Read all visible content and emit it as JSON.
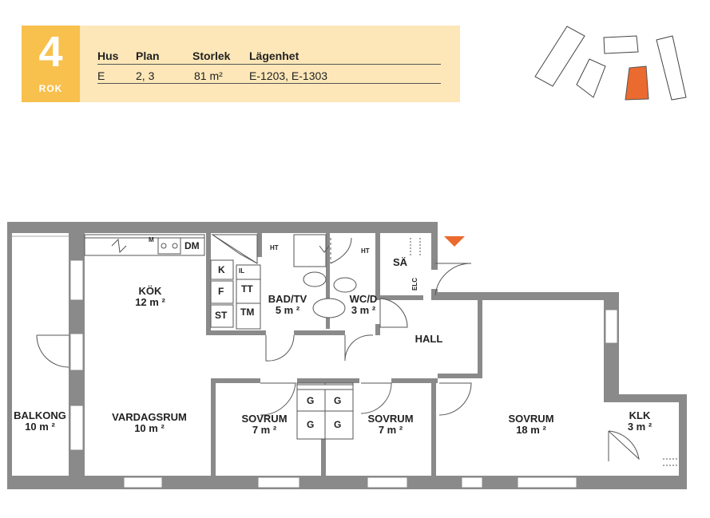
{
  "header": {
    "rooms_count": "4",
    "rooms_unit": "ROK",
    "columns": {
      "hus": "Hus",
      "plan": "Plan",
      "storlek": "Storlek",
      "lagenhet": "Lägenhet"
    },
    "values": {
      "hus": "E",
      "plan": "2, 3",
      "storlek": "81 m²",
      "lagenhet": "E-1203, E-1303"
    }
  },
  "colors": {
    "badge": "#f8c04d",
    "info_bg": "#fde7b8",
    "highlight": "#ea6a2f",
    "wall": "#8a8a8a"
  },
  "floorplan": {
    "rooms": {
      "kok": {
        "name": "KÖK",
        "area": "12 m ²"
      },
      "vardagsrum": {
        "name": "VARDAGSRUM",
        "area": "10 m ²"
      },
      "balkong": {
        "name": "BALKONG",
        "area": "10 m ²"
      },
      "badtv": {
        "name": "BAD/TV",
        "area": "5 m ²"
      },
      "wcd": {
        "name": "WC/D",
        "area": "3 m ²"
      },
      "sa": {
        "name": "SÄ"
      },
      "hall": {
        "name": "HALL"
      },
      "sovrum1": {
        "name": "SOVRUM",
        "area": "7 m ²"
      },
      "sovrum2": {
        "name": "SOVRUM",
        "area": "7 m ²"
      },
      "sovrum3": {
        "name": "SOVRUM",
        "area": "18 m ²"
      },
      "klk": {
        "name": "KLK",
        "area": "3 m ²"
      }
    },
    "fixtures": {
      "dm": "DM",
      "m": "M",
      "k": "K",
      "f": "F",
      "st": "ST",
      "il": "IL",
      "tt": "TT",
      "tm": "TM",
      "ht1": "HT",
      "ht2": "HT",
      "elc": "ELC",
      "g1": "G",
      "g2": "G",
      "g3": "G",
      "g4": "G"
    }
  }
}
